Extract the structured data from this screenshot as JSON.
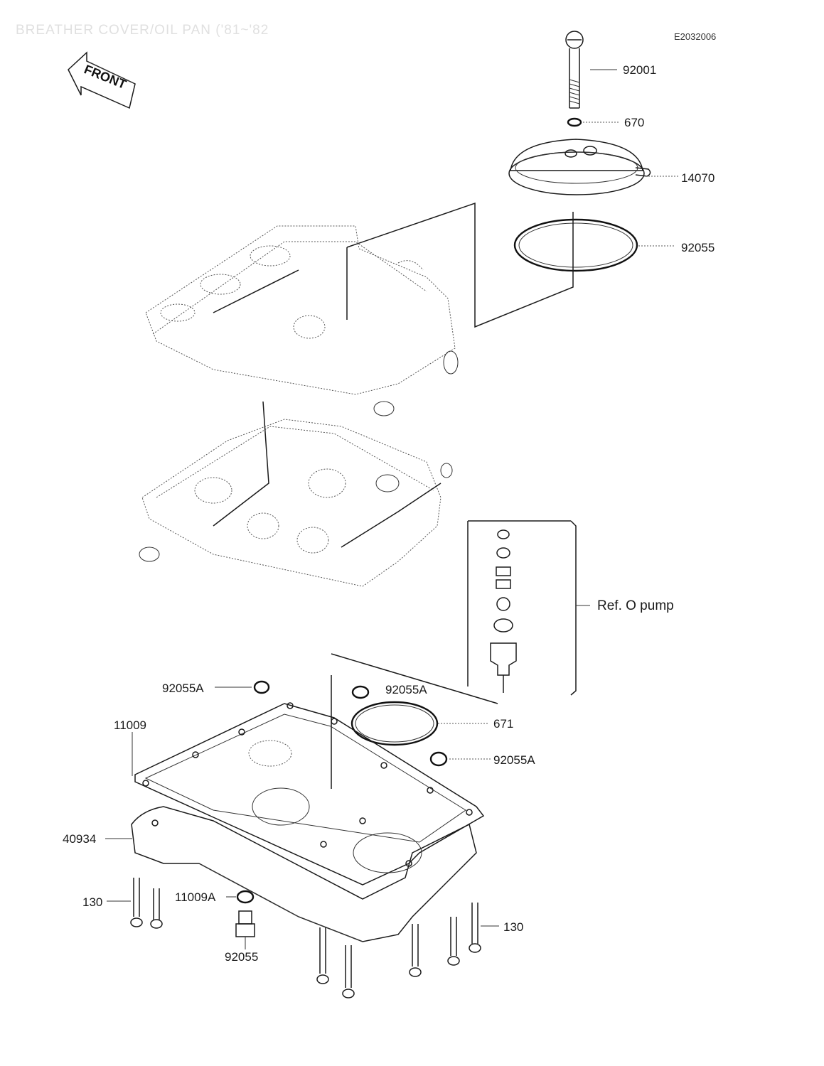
{
  "header": {
    "title": "BREATHER COVER/OIL PAN ('81~'82",
    "code": "E2032006"
  },
  "front_arrow": {
    "text": "FRONT"
  },
  "labels": {
    "bolt_92001": "92001",
    "washer_670": "670",
    "cover_14070": "14070",
    "gasket_92055": "92055",
    "ref_oil_pump": "Ref. O   pump",
    "seal_92055A_left": "92055A",
    "seal_92055A_mid": "92055A",
    "oring_671": "671",
    "seal_92055A_right": "92055A",
    "gasket_11009": "11009",
    "pan_40934": "40934",
    "bolt_130_left": "130",
    "gasket_11009A": "11009A",
    "plug_92055": "92055",
    "bolt_130_right": "130"
  }
}
